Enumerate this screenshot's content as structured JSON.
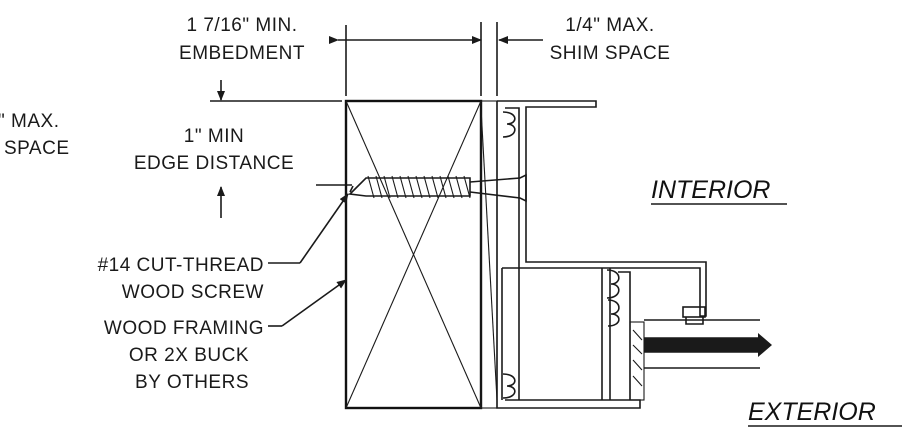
{
  "labels": {
    "embedment_line1": "1 7/16\" MIN.",
    "embedment_line2": "EMBEDMENT",
    "shim_line1": "1/4\" MAX.",
    "shim_line2": "SHIM SPACE",
    "left_cut_line1": "\" MAX.",
    "left_cut_line2": "SPACE",
    "edge_line1": "1\" MIN",
    "edge_line2": "EDGE DISTANCE",
    "screw_line1": "#14 CUT-THREAD",
    "screw_line2": "WOOD SCREW",
    "framing_line1": "WOOD FRAMING",
    "framing_line2": "OR 2X BUCK",
    "framing_line3": "BY OTHERS",
    "interior": "INTERIOR",
    "exterior": "EXTERIOR"
  },
  "colors": {
    "ink": "#1a1a1a",
    "background": "#ffffff"
  }
}
